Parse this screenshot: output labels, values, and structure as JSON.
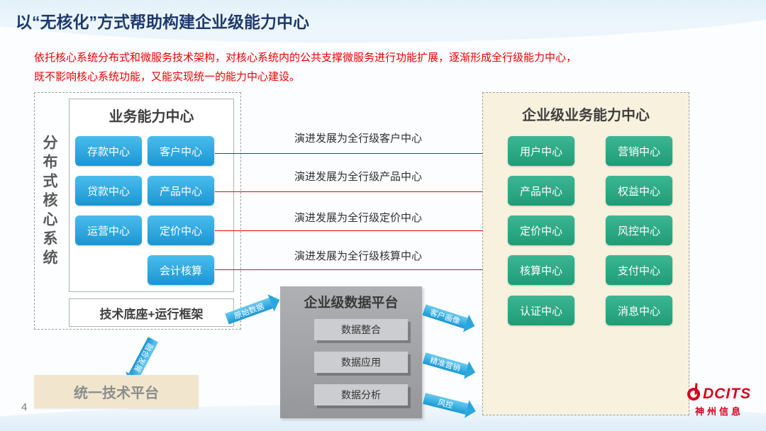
{
  "page": {
    "title": "以“无核化”方式帮助构建企业级能力中心",
    "subtitle_line1": "依托核心系统分布式和微服务技术架构，对核心系统内的公共支撑微服务进行功能扩展，逐渐形成全行级能力中心，",
    "subtitle_line2": "既不影响核心系统功能，又能实现统一的能力中心建设。",
    "page_number": "4"
  },
  "left_panel": {
    "vertical_label": "分布式核心系统",
    "inner_title": "业务能力中心",
    "buttons": [
      "存款中心",
      "客户中心",
      "贷款中心",
      "产品中心",
      "运营中心",
      "定价中心",
      "会计核算"
    ],
    "base_label": "技术底座+运行框架"
  },
  "evolution_arrows": {
    "labels": [
      "演进发展为全行级客户中心",
      "演进发展为全行级产品中心",
      "演进发展为全行级定价中心",
      "演进发展为全行级核算中心"
    ]
  },
  "flow_arrows": {
    "raw_data": "原始数据",
    "fusion": "融合发展",
    "customer_profile": "客户画像",
    "precision_marketing": "精准营销",
    "risk_control": "风控"
  },
  "right_panel": {
    "title": "企业级业务能力中心",
    "buttons": [
      "用户中心",
      "营销中心",
      "产品中心",
      "权益中心",
      "定价中心",
      "风控中心",
      "核算中心",
      "支付中心",
      "认证中心",
      "消息中心"
    ]
  },
  "data_platform": {
    "title": "企业级数据平台",
    "items": [
      "数据整合",
      "数据应用",
      "数据分析"
    ]
  },
  "bottom": {
    "unified_platform": "统一技术平台"
  },
  "logo": {
    "brand": "DCITS",
    "company": "神州信息"
  },
  "colors": {
    "title_navy": "#1e3a6e",
    "subtitle_red": "#f20000",
    "core_blue": "#29abe2",
    "enterprise_green": "#2aa87e",
    "cream_panel": "#f8f1dd",
    "platform_gray": "#a1a3a6",
    "beige_box": "#f1e6cd",
    "logo_red": "#d6001c"
  }
}
